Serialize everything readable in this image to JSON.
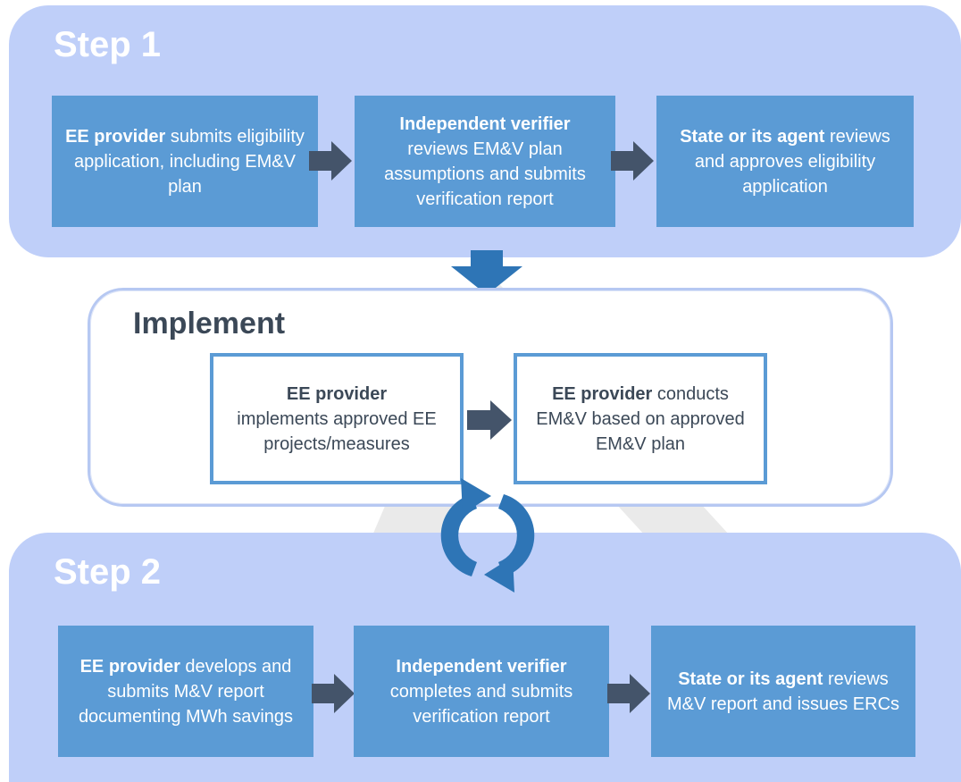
{
  "step1": {
    "title": "Step 1",
    "boxes": [
      {
        "bold": "EE provider",
        "rest": " submits eligibility application, including EM&V plan"
      },
      {
        "bold": "Independent verifier",
        "rest": " reviews EM&V plan assumptions and submits verification report"
      },
      {
        "bold": "State or its agent",
        "rest": " reviews and approves eligibility application"
      }
    ]
  },
  "implement": {
    "title": "Implement",
    "boxes": [
      {
        "bold": "EE provider",
        "rest": " implements approved EE projects/measures"
      },
      {
        "bold": "EE provider",
        "rest": " conducts EM&V based on approved EM&V plan"
      }
    ]
  },
  "step2": {
    "title": "Step 2",
    "boxes": [
      {
        "bold": "EE provider",
        "rest": " develops and submits M&V report documenting MWh savings"
      },
      {
        "bold": "Independent verifier",
        "rest": " completes and submits verification report"
      },
      {
        "bold": "State or its agent",
        "rest": " reviews M&V report and issues ERCs"
      }
    ]
  },
  "colors": {
    "step_panel": "#bfcff9",
    "box_fill": "#5b9bd5",
    "arrow_dark": "#44546a",
    "arrow_blue": "#2e75b6"
  },
  "icons": {
    "down_arrow": "down-arrow-icon",
    "cycle": "cycle-arrows-icon",
    "right_arrow": "right-arrow-icon"
  }
}
